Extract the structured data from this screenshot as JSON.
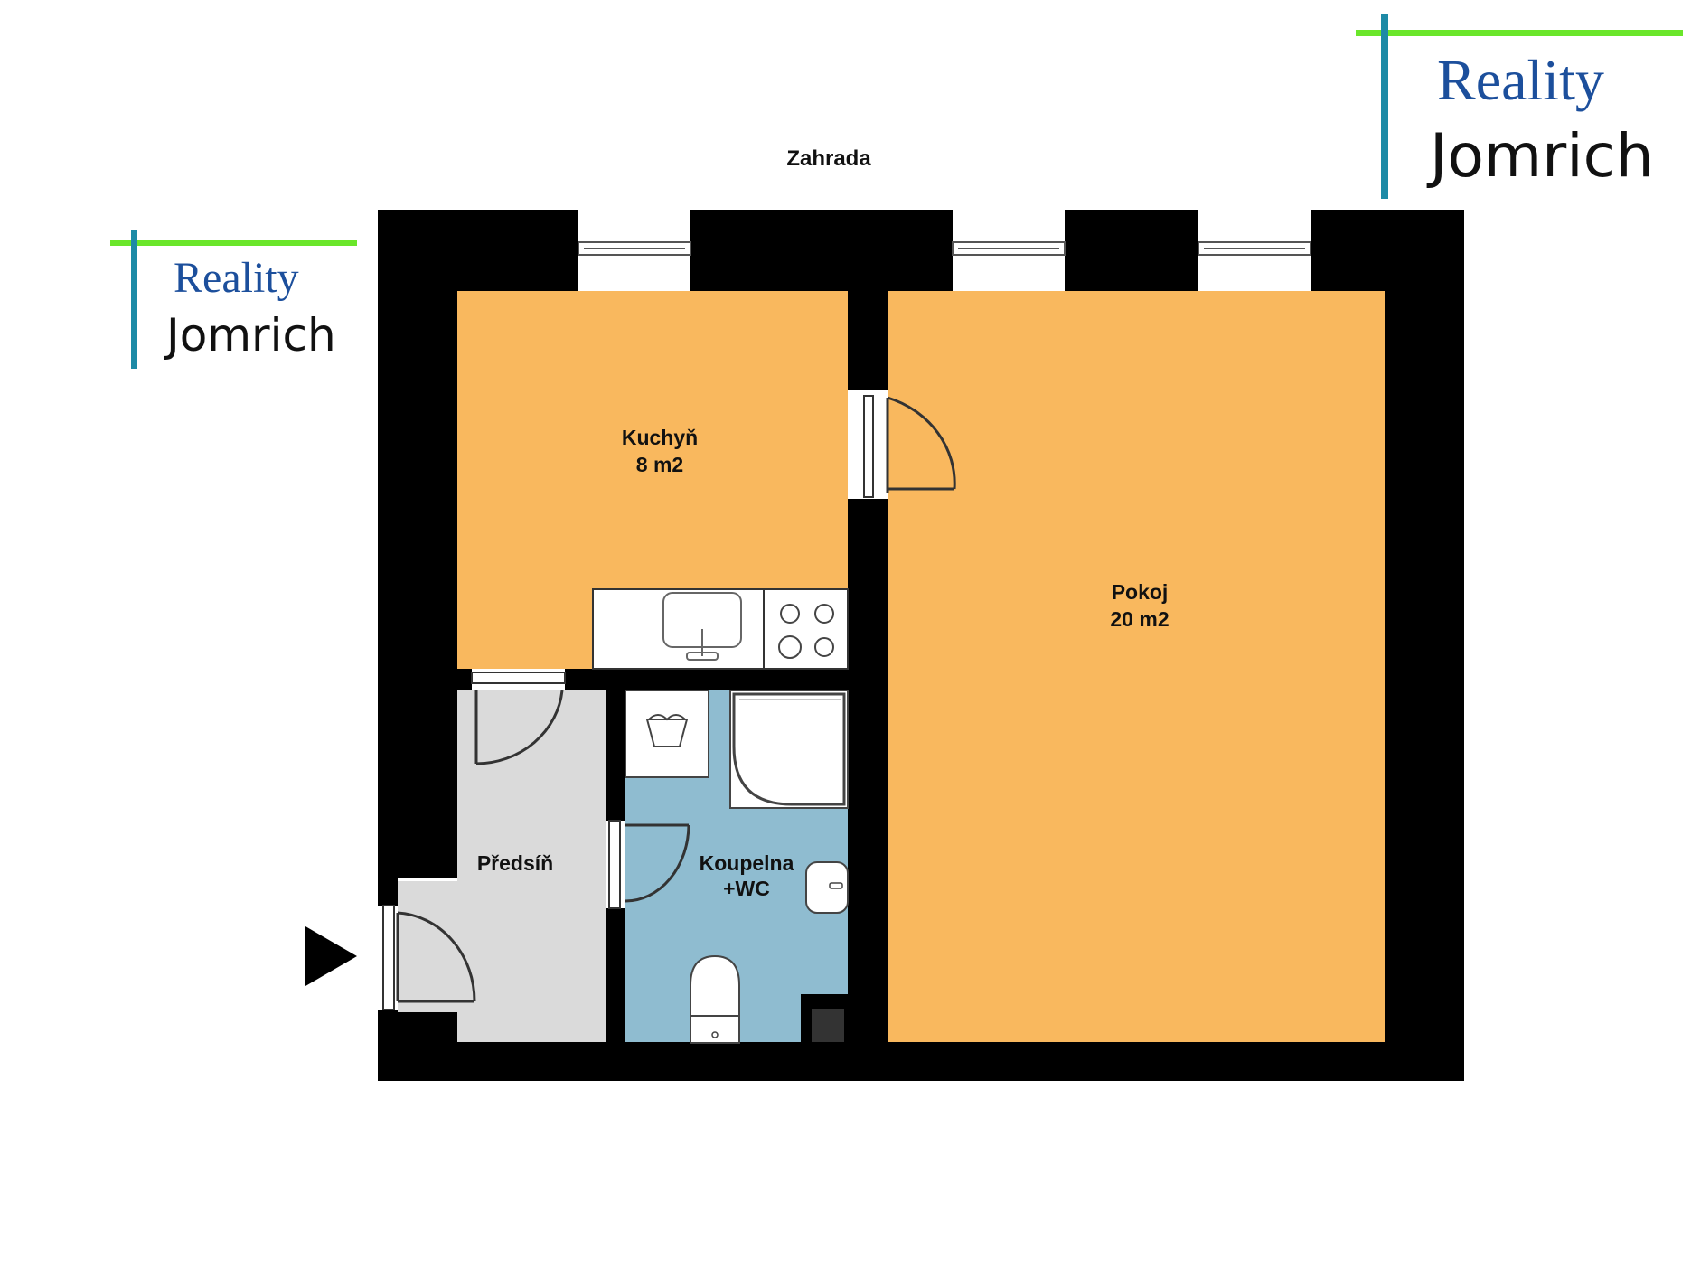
{
  "garden_label": "Zahrada",
  "logos": [
    {
      "line1": "Reality",
      "line2": "Jomrich"
    },
    {
      "line1": "Reality",
      "line2": "Jomrich"
    }
  ],
  "rooms": {
    "kitchen": {
      "name": "Kuchyň",
      "area": "8 m2"
    },
    "living": {
      "name": "Pokoj",
      "area": "20 m2"
    },
    "hall": {
      "name": "Předsíň"
    },
    "bathroom": {
      "name": "Koupelna",
      "suffix": "+WC"
    }
  },
  "colors": {
    "room_main": "#f9b85e",
    "hall": "#dadada",
    "bathroom": "#8fbcd0",
    "walls": "#000000",
    "logo_green": "#6ae62a",
    "logo_teal": "#1d8aa6",
    "logo_blue": "#1c4f9c",
    "logo_black": "#111111"
  },
  "entrance_marker": "arrow-right"
}
